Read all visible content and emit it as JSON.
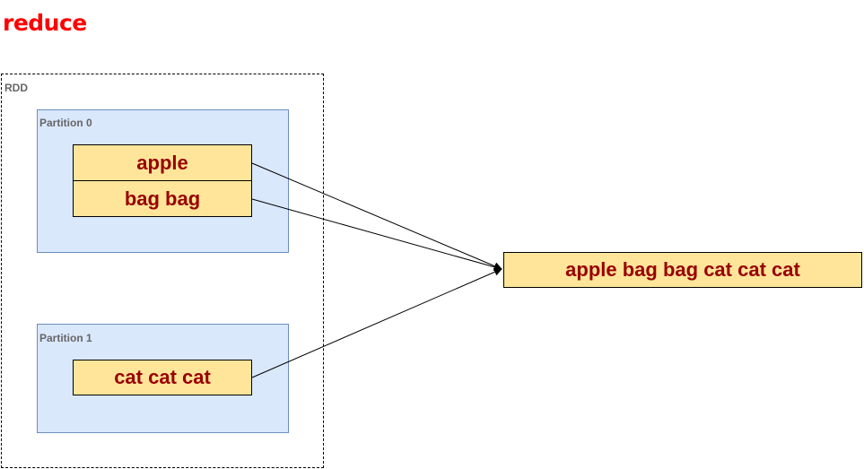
{
  "title": "reduce",
  "rdd": {
    "label": "RDD",
    "partitions": [
      {
        "label": "Partition 0",
        "items": [
          "apple",
          "bag bag"
        ]
      },
      {
        "label": "Partition 1",
        "items": [
          "cat cat cat"
        ]
      }
    ]
  },
  "result": "apple bag bag cat cat cat",
  "colors": {
    "title": "#ff0000",
    "partition_fill": "#dae8fc",
    "partition_border": "#6c8ebf",
    "cell_fill": "#ffe599",
    "cell_text": "#990000"
  }
}
